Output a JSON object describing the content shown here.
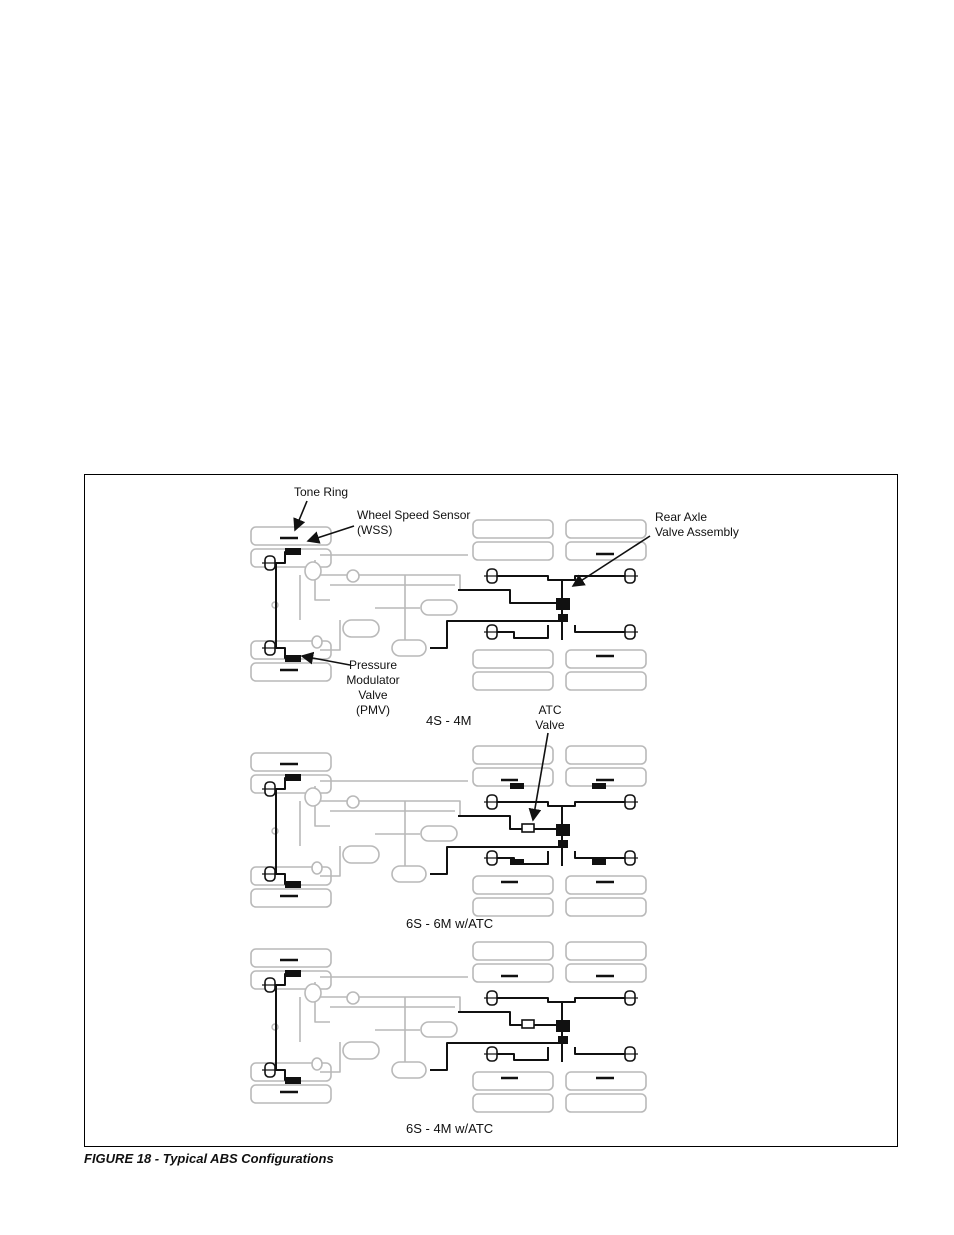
{
  "figure": {
    "caption": "FIGURE 18 - Typical ABS Configurations",
    "callouts": {
      "tone_ring": "Tone Ring",
      "wss": "Wheel Speed Sensor\n(WSS)",
      "rear_axle": "Rear Axle\nValve Assembly",
      "pmv": "Pressure\nModulator\nValve\n(PMV)",
      "atc": "ATC\nValve"
    },
    "configurations": [
      {
        "label": "4S - 4M"
      },
      {
        "label": "6S - 6M w/ATC"
      },
      {
        "label": "6S - 4M w/ATC"
      }
    ]
  },
  "colors": {
    "dark": "#111111",
    "light": "#b9b9b9"
  }
}
